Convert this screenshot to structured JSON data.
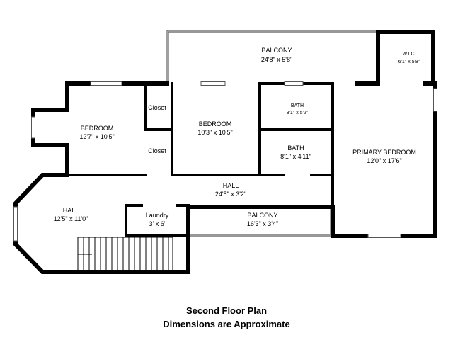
{
  "floor_plan": {
    "rooms": [
      {
        "id": "balcony-top",
        "name": "BALCONY",
        "dims": "24'8\" x 5'8\""
      },
      {
        "id": "wic",
        "name": "W.I.C.",
        "dims": "6'1\" x 5'8\""
      },
      {
        "id": "bedroom-left",
        "name": "BEDROOM",
        "dims": "12'7\" x 10'5\""
      },
      {
        "id": "closet-upper",
        "name": "Closet",
        "dims": ""
      },
      {
        "id": "closet-lower",
        "name": "Closet",
        "dims": ""
      },
      {
        "id": "bedroom-middle",
        "name": "BEDROOM",
        "dims": "10'3\" x 10'5\""
      },
      {
        "id": "bath-small",
        "name": "BATH",
        "dims": "8'1\" x 5'2\""
      },
      {
        "id": "bath",
        "name": "BATH",
        "dims": "8'1\" x 4'11\""
      },
      {
        "id": "primary-bedroom",
        "name": "PRIMARY BEDROOM",
        "dims": "12'0\" x 17'6\""
      },
      {
        "id": "hall-corridor",
        "name": "HALL",
        "dims": "24'5\" x 3'2\""
      },
      {
        "id": "hall-stair",
        "name": "HALL",
        "dims": "12'5\" x 11'0\""
      },
      {
        "id": "laundry",
        "name": "Laundry",
        "dims": "3' x 6'"
      },
      {
        "id": "balcony-bottom",
        "name": "BALCONY",
        "dims": "16'3\" x 3'4\""
      }
    ],
    "caption": {
      "line1": "Second Floor Plan",
      "line2": "Dimensions are Approximate"
    }
  }
}
